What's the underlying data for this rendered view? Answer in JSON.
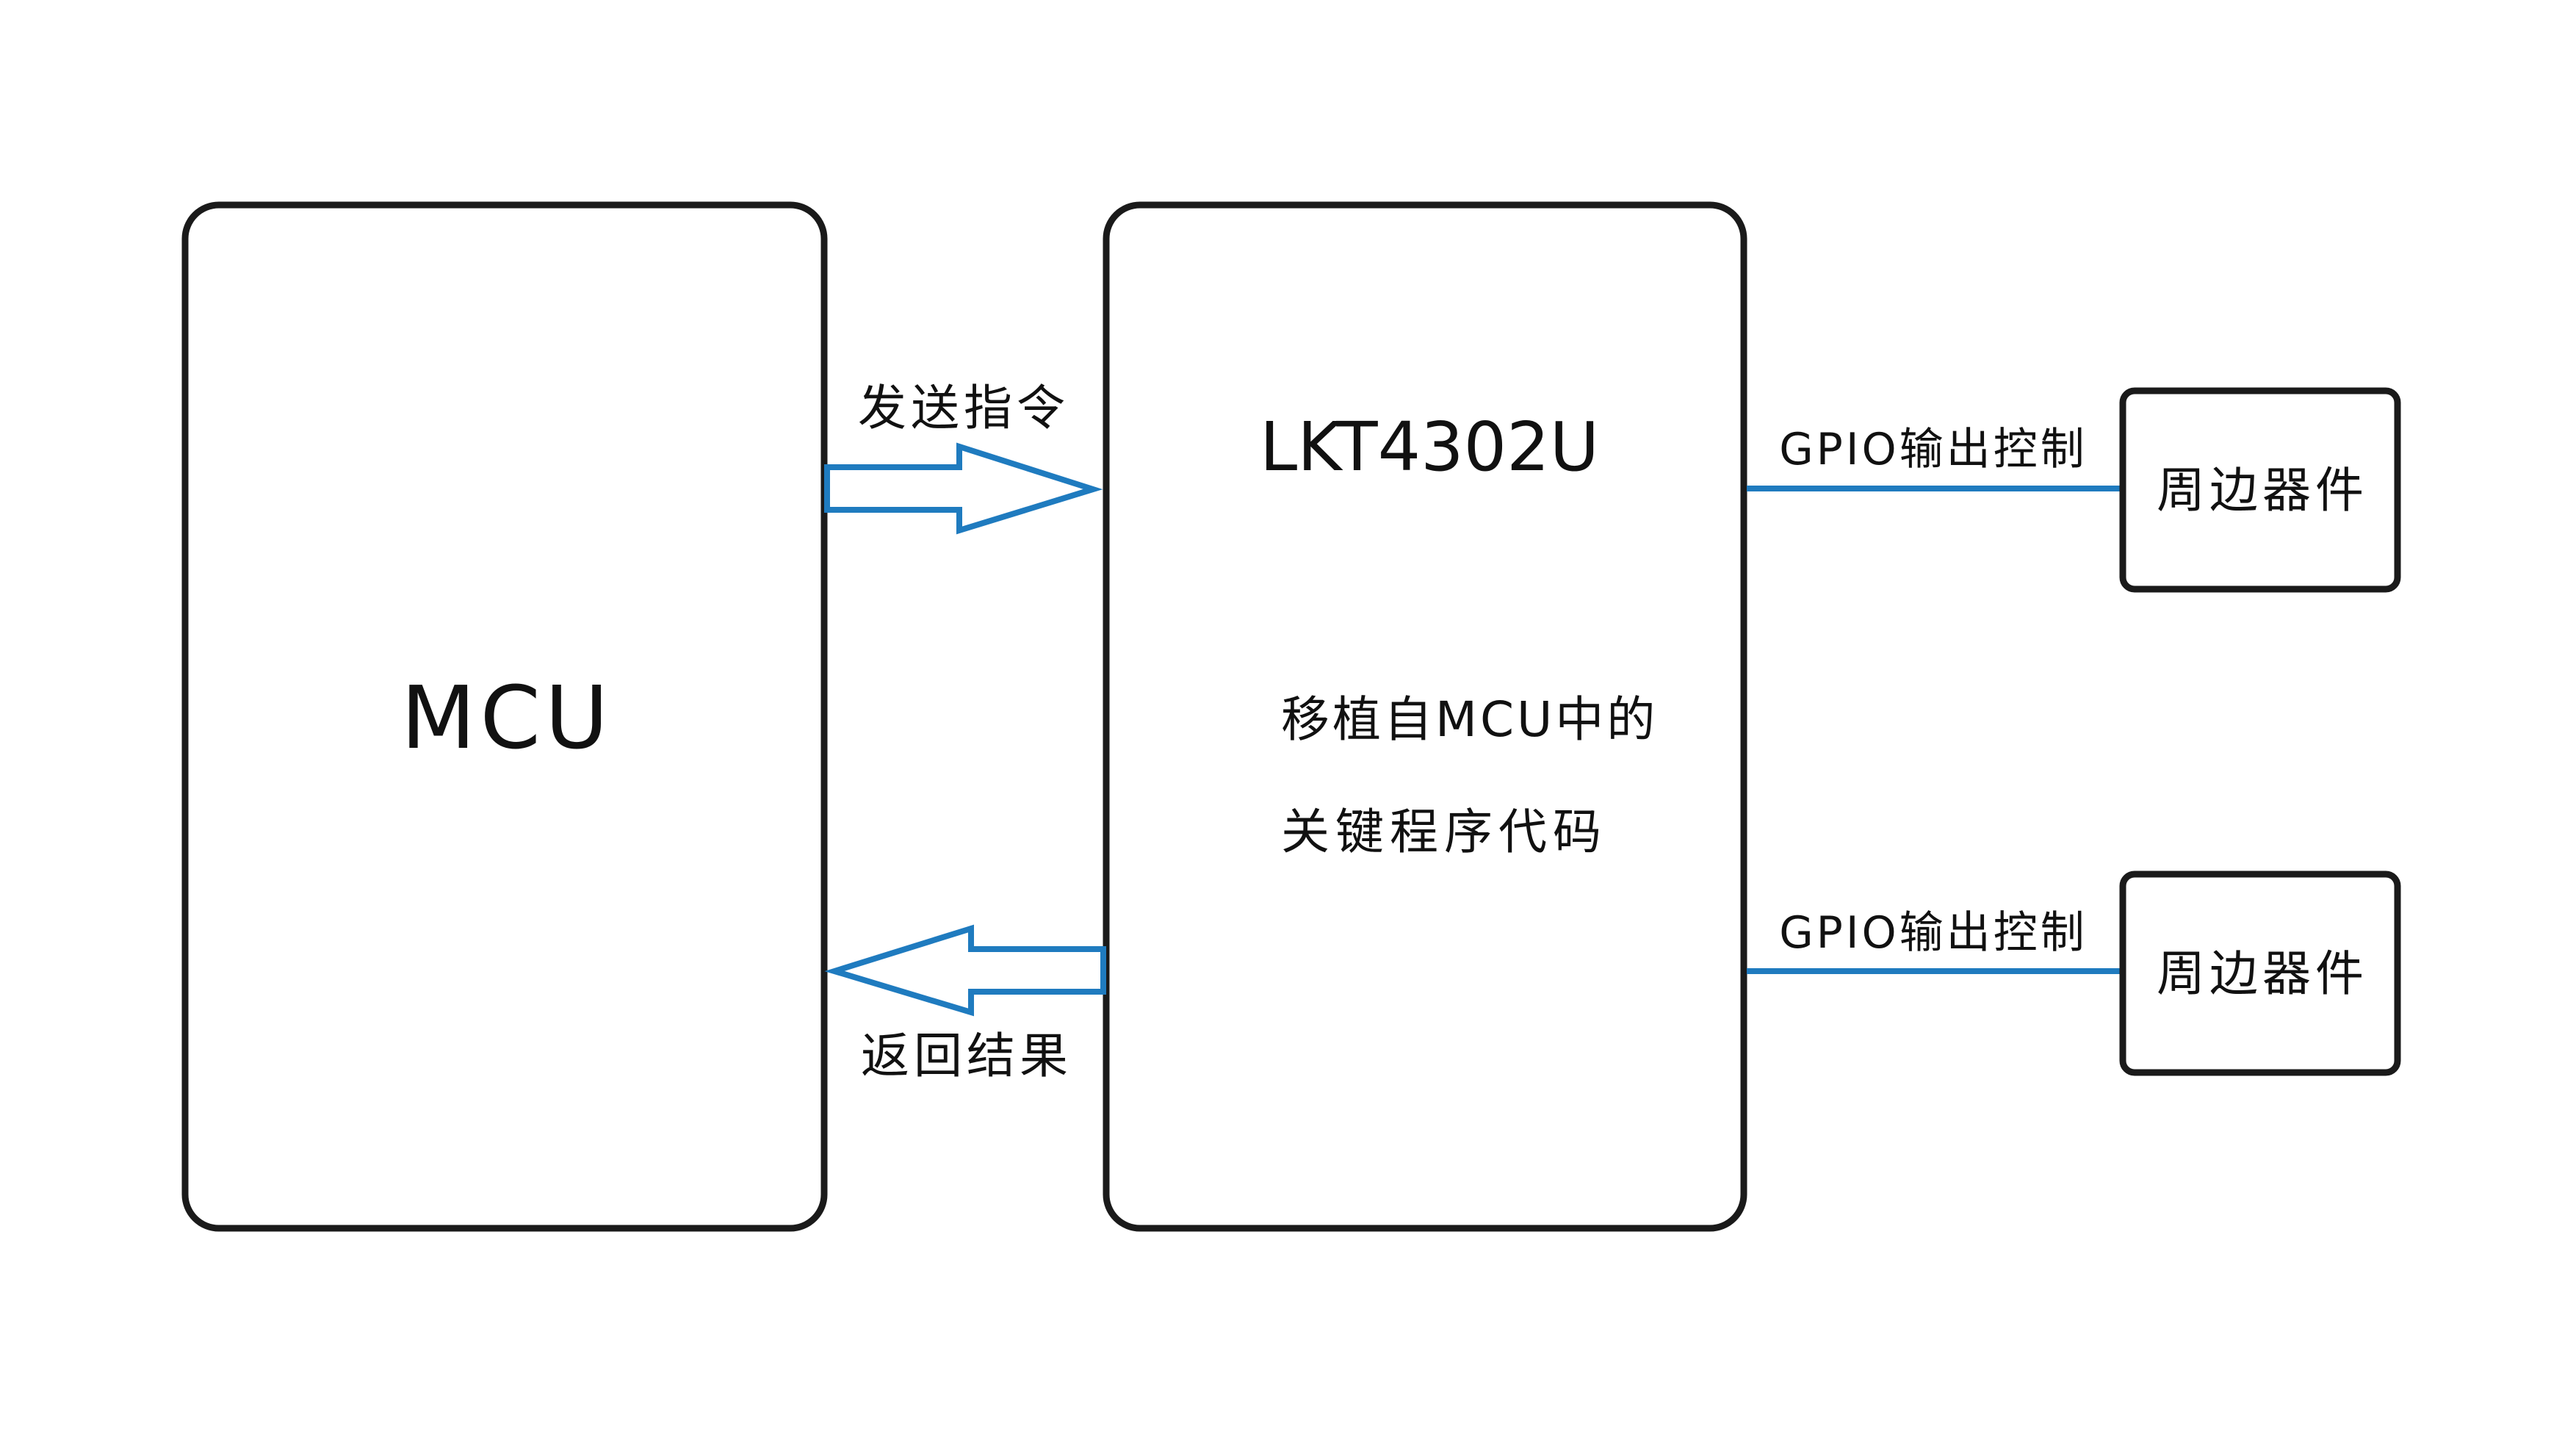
{
  "colors": {
    "stroke": "#1a1a1a",
    "accent": "#1f7bbf",
    "background": "#ffffff"
  },
  "blocks": {
    "mcu": {
      "label": "MCU"
    },
    "lkt": {
      "title": "LKT4302U",
      "desc_line1": "移植自MCU中的",
      "desc_line2": "关键程序代码"
    },
    "peripheral_top": {
      "label": "周边器件"
    },
    "peripheral_bottom": {
      "label": "周边器件"
    }
  },
  "arrows": {
    "send": {
      "label": "发送指令"
    },
    "return": {
      "label": "返回结果"
    }
  },
  "links": {
    "gpio_top": {
      "label": "GPIO输出控制"
    },
    "gpio_bottom": {
      "label": "GPIO输出控制"
    }
  }
}
